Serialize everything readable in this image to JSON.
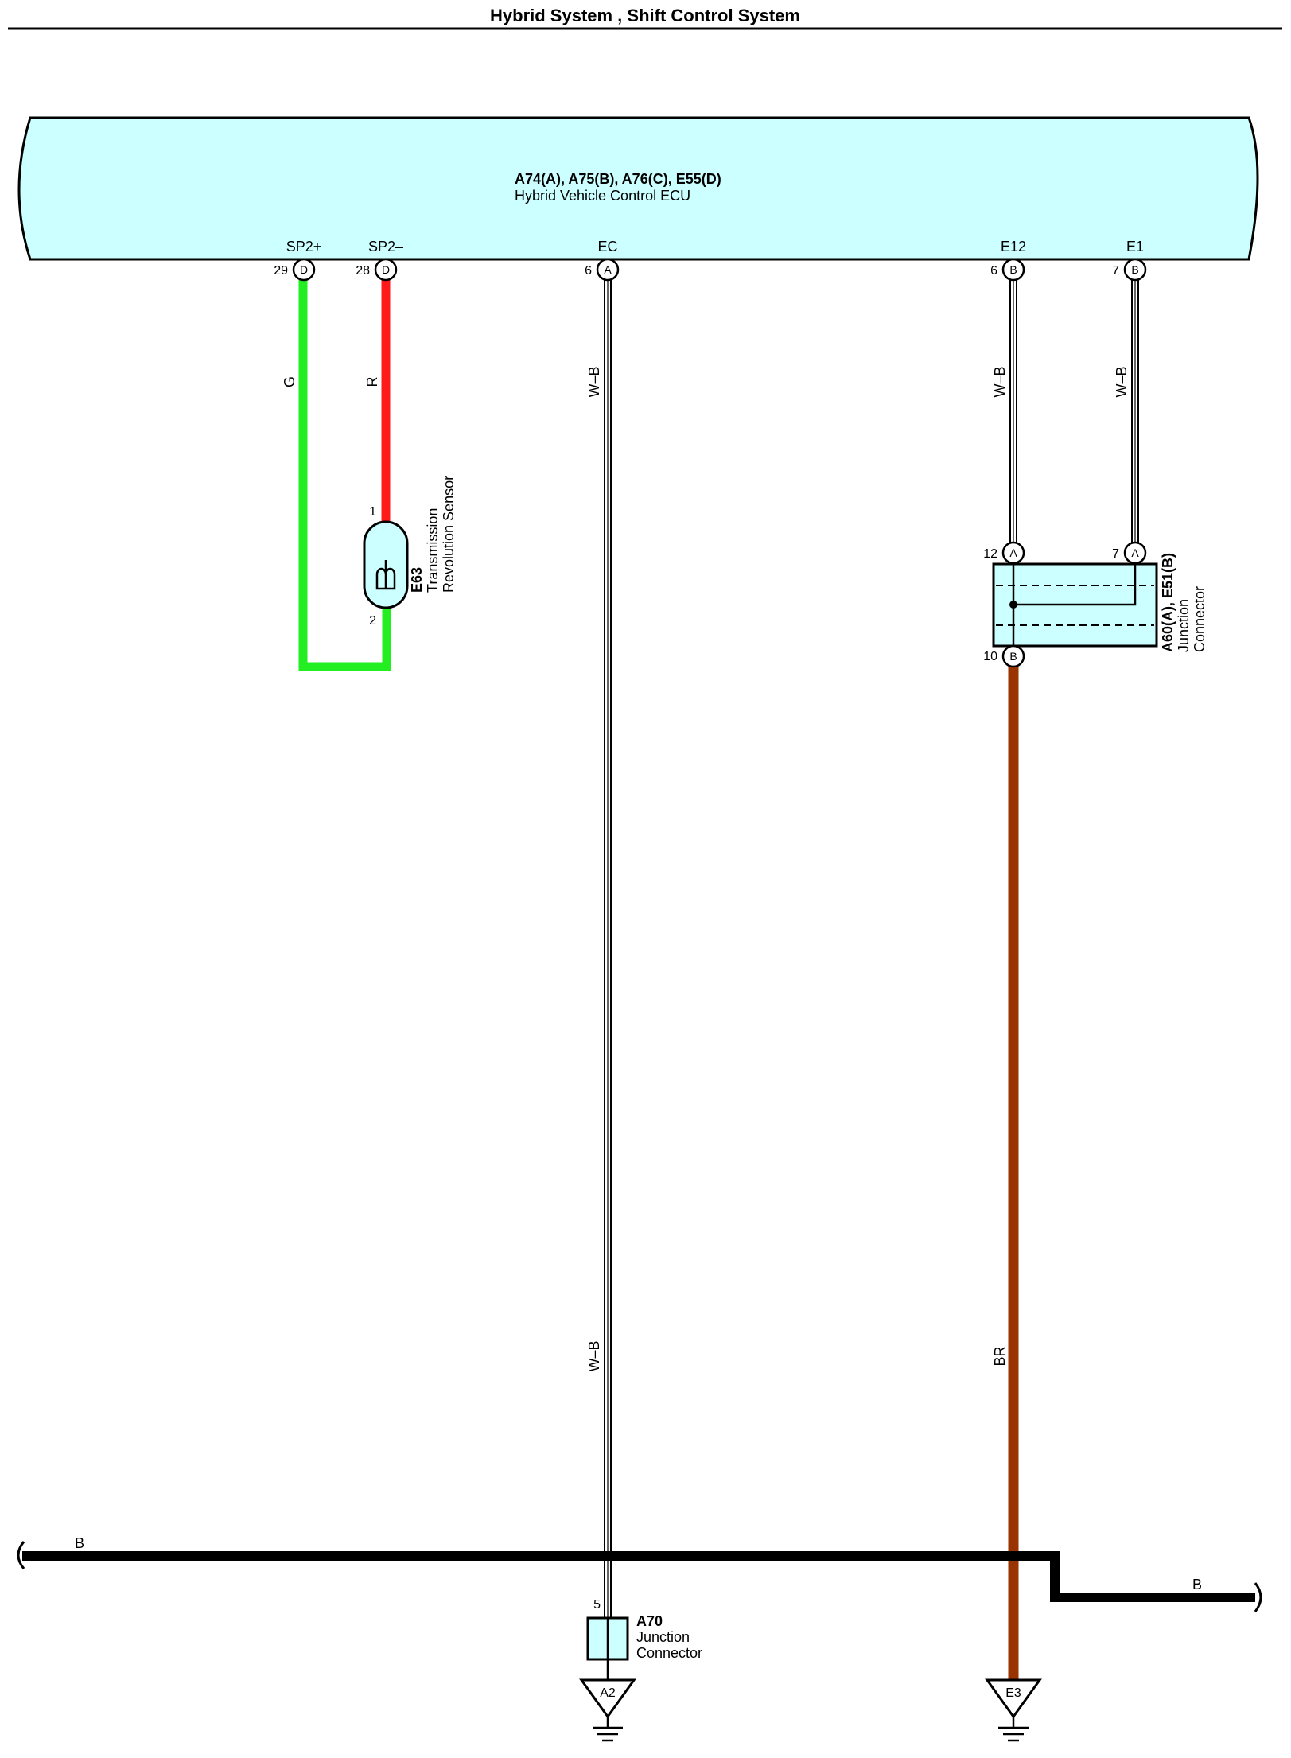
{
  "page": {
    "title": "Hybrid System , Shift Control System"
  },
  "ecu": {
    "connectors": "A74(A), A75(B), A76(C), E55(D)",
    "name": "Hybrid Vehicle Control ECU",
    "terminals": [
      {
        "name": "SP2+",
        "pin": "29",
        "conn": "D"
      },
      {
        "name": "SP2–",
        "pin": "28",
        "conn": "D"
      },
      {
        "name": "EC",
        "pin": "6",
        "conn": "A"
      },
      {
        "name": "E12",
        "pin": "6",
        "conn": "B"
      },
      {
        "name": "E1",
        "pin": "7",
        "conn": "B"
      }
    ]
  },
  "wires": {
    "sp2p": "G",
    "sp2m": "R",
    "ec_top": "W–B",
    "ec_bottom": "W–B",
    "e12": "W–B",
    "e1": "W–B",
    "ground": "BR",
    "bus_left": "B",
    "bus_right": "B"
  },
  "colors": {
    "green": "#22ee22",
    "red": "#ff1a1a",
    "brown": "#993300",
    "ecu_fill": "#ccffff",
    "black": "#000000"
  },
  "sensor": {
    "id": "E63",
    "name_line1": "Transmission",
    "name_line2": "Revolution Sensor",
    "pin_top": "1",
    "pin_bottom": "2"
  },
  "junction_ab": {
    "id": "A60(A), E51(B)",
    "name_line1": "Junction",
    "name_line2": "Connector",
    "pin_left": "12",
    "pin_left_conn": "A",
    "pin_right": "7",
    "pin_right_conn": "A",
    "pin_bottom": "10",
    "pin_bottom_conn": "B"
  },
  "junction_a70": {
    "id": "A70",
    "name_line1": "Junction",
    "name_line2": "Connector",
    "pin": "5"
  },
  "grounds": [
    {
      "id": "A2"
    },
    {
      "id": "E3"
    }
  ]
}
